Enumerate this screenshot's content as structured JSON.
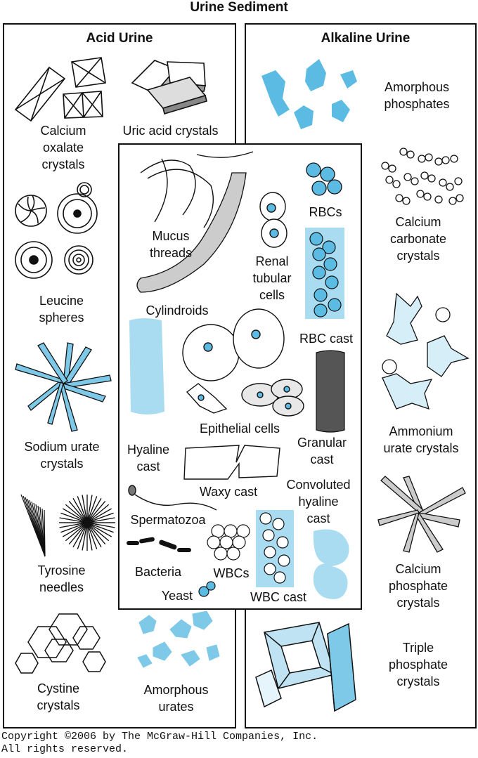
{
  "title": "Urine Sediment",
  "acid": {
    "heading": "Acid Urine",
    "items": {
      "calcium_oxalate": "Calcium\noxalate\ncrystals",
      "uric_acid": "Uric acid crystals",
      "leucine": "Leucine\nspheres",
      "sodium_urate": "Sodium urate\ncrystals",
      "tyrosine": "Tyrosine\nneedles",
      "cystine": "Cystine\ncrystals",
      "amorphous_urates": "Amorphous\nurates"
    }
  },
  "alkaline": {
    "heading": "Alkaline Urine",
    "items": {
      "amorphous_phosphates": "Amorphous\nphosphates",
      "calcium_carbonate": "Calcium\ncarbonate\ncrystals",
      "ammonium_urate": "Ammonium\nurate crystals",
      "calcium_phosphate": "Calcium\nphosphate\ncrystals",
      "triple_phosphate": "Triple\nphosphate\ncrystals"
    }
  },
  "center": {
    "items": {
      "mucus": "Mucus\nthreads",
      "rbcs": "RBCs",
      "renal": "Renal\ntubular\ncells",
      "cylindroids": "Cylindroids",
      "rbc_cast": "RBC cast",
      "hyaline": "Hyaline\ncast",
      "epithelial": "Epithelial cells",
      "granular": "Granular\ncast",
      "waxy": "Waxy cast",
      "convoluted": "Convoluted\nhyaline\ncast",
      "spermatozoa": "Spermatozoa",
      "bacteria": "Bacteria",
      "wbcs": "WBCs",
      "yeast": "Yeast",
      "wbc_cast": "WBC cast"
    }
  },
  "copyright": "Copyright ©2006 by The McGraw-Hill Companies, Inc.\nAll rights reserved.",
  "colors": {
    "accent": "#4fb3dc",
    "accent_light": "#a9dcf0",
    "stroke": "#111111"
  }
}
